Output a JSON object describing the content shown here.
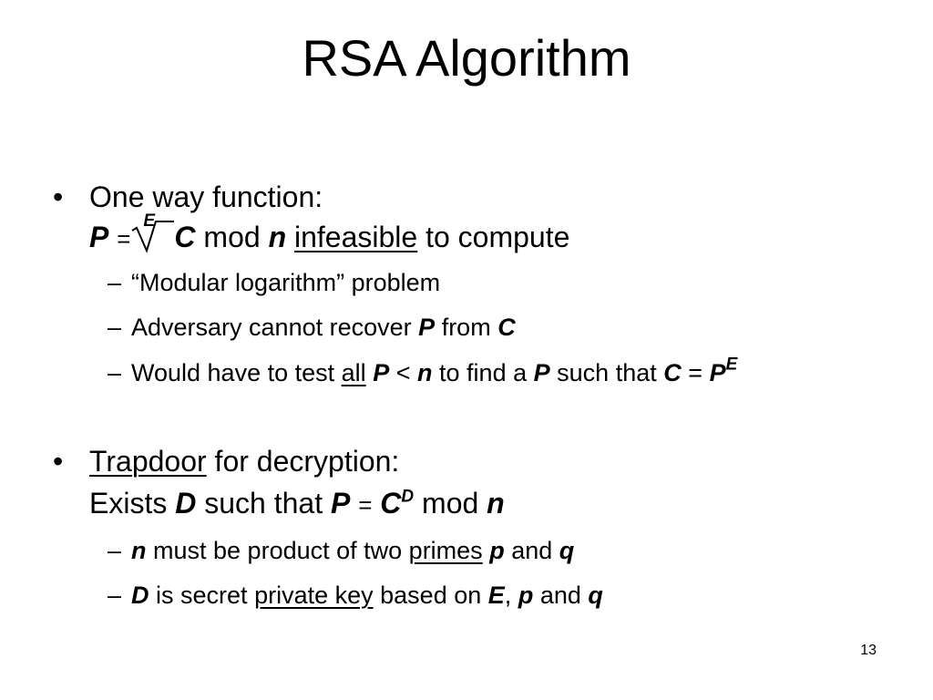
{
  "title": "RSA Algorithm",
  "bullet_char": "•",
  "dash_char": "–",
  "sections": [
    {
      "heading": "One way function:",
      "formula": {
        "p": "P",
        "eq": "=",
        "root_index": "E",
        "c": "C",
        "mod": "mod",
        "n": "n",
        "infeasible": "infeasible",
        "tail": "to compute"
      },
      "subs": [
        {
          "text": "“Modular logarithm” problem"
        },
        {
          "pre": "Adversary cannot recover",
          "p": "P",
          "from": "from",
          "c": "C"
        },
        {
          "pre": "Would have to test",
          "all": "all",
          "p": "P",
          "lt": "<",
          "n": "n",
          "mid": "to find a",
          "p2": "P",
          "such": "such that",
          "c": "C",
          "eq": "=",
          "p3": "P",
          "exp": "E"
        }
      ]
    },
    {
      "heading_u": "Trapdoor",
      "heading_rest": "for decryption:",
      "formula": {
        "exists": "Exists",
        "d": "D",
        "such": "such that",
        "p": "P",
        "eq": "=",
        "c": "C",
        "exp": "D",
        "mod": "mod",
        "n": "n"
      },
      "subs": [
        {
          "n": "n",
          "pre": "must be product of two",
          "primes": "primes",
          "p": "p",
          "and": "and",
          "q": "q"
        },
        {
          "d": "D",
          "pre": "is secret",
          "key": "private key",
          "mid": "based on",
          "e": "E",
          "comma": ",",
          "p": "p",
          "and": "and",
          "q": "q"
        }
      ]
    }
  ],
  "page_number": "13"
}
